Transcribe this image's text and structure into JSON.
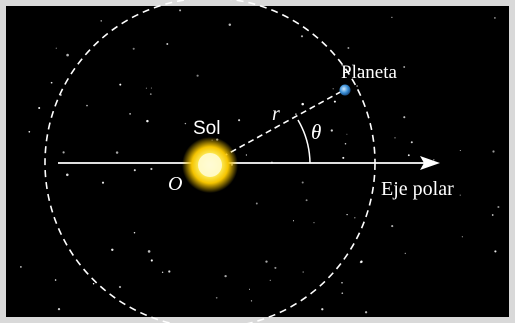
{
  "diagram": {
    "labels": {
      "planet": "Planeta",
      "sun": "Sol",
      "radius": "r",
      "angle": "θ",
      "origin": "O",
      "polar_axis": "Eje polar"
    },
    "colors": {
      "background": "#000000",
      "frame": "#d9d9d9",
      "orbit": "#ffffff",
      "axis": "#ffffff",
      "sun_core": "#fff9b0",
      "sun_glow": "#f2c200",
      "planet": "#3a8fd6",
      "text": "#ffffff"
    }
  }
}
